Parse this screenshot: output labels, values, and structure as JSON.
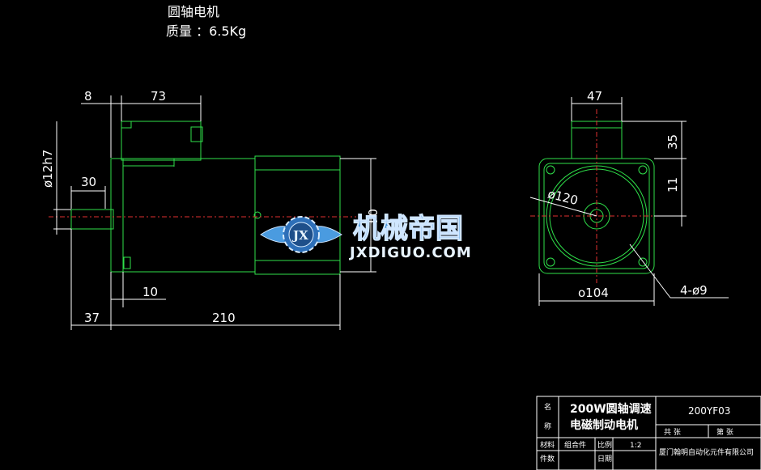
{
  "header": {
    "title": "圆轴电机",
    "mass": "质量 ：6.5Kg"
  },
  "dimensions": {
    "d8": "8",
    "d73": "73",
    "d12h7": "ø12h7",
    "d30": "30",
    "d10": "10",
    "d37": "37",
    "d210": "210",
    "d04": "04",
    "d47": "47",
    "d35": "35",
    "d11": "11",
    "d120": "ø120",
    "d104": "o104",
    "holes": "4-ø9"
  },
  "watermark": {
    "logo_text": "JX",
    "cn": "机械帝国",
    "url": "JXDIGUO.COM"
  },
  "title_block": {
    "name_label_1": "名",
    "name_label_2": "称",
    "product_line1": "200W圆轴调速",
    "product_line2": "电磁制动电机",
    "code": "200YF03",
    "total_label": "共 张",
    "sheet_label": "第 张",
    "material_label": "材料",
    "material_value": "组合件",
    "scale_label": "比例",
    "scale_value": "1:2",
    "pieces_label": "件数",
    "date_label": "日期",
    "company": "厦门翰明自动化元件有限公司"
  },
  "colors": {
    "outline": "#2fe04a",
    "dimension": "#ffffff",
    "centerline": "#e03030",
    "watermark_blue": "#3a8fd8"
  }
}
